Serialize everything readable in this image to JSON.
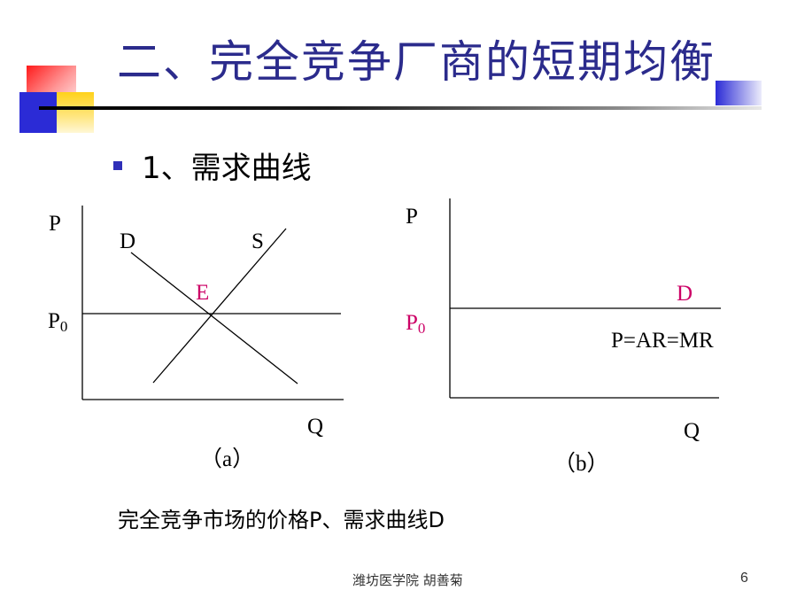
{
  "slide": {
    "title": "二、完全竞争厂商的短期均衡",
    "heading": "1、需求曲线",
    "caption": "完全竞争市场的价格P、需求曲线D",
    "footer": "潍坊医学院  胡善菊",
    "page_number": "6"
  },
  "diagram_a": {
    "y_axis_label": "P",
    "x_axis_label": "Q",
    "price_label": "P",
    "price_subscript": "0",
    "demand_label": "D",
    "supply_label": "S",
    "equilibrium_label": "E",
    "panel_label": "（a）"
  },
  "diagram_b": {
    "y_axis_label": "P",
    "x_axis_label": "Q",
    "price_label": "P",
    "price_subscript": "0",
    "demand_label": "D",
    "equation": "P=AR=MR",
    "panel_label": "（b）"
  },
  "colors": {
    "title": "#2b2b8c",
    "highlight": "#cc0066",
    "bullet": "#2f2fb8"
  }
}
